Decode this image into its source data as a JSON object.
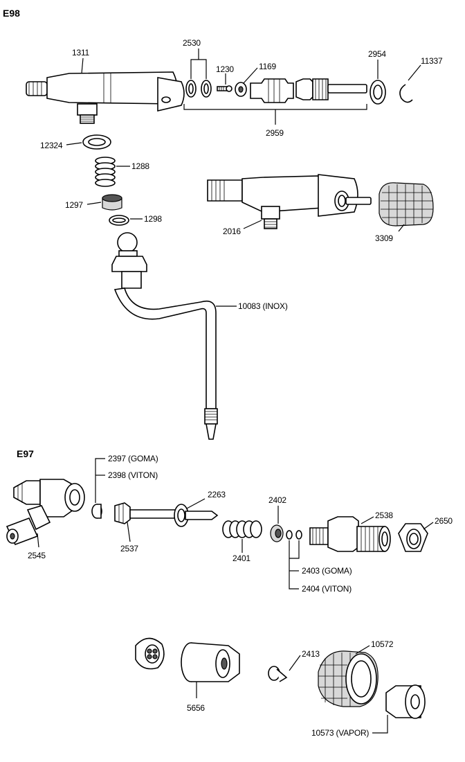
{
  "sections": {
    "e98": "E98",
    "e97": "E97"
  },
  "labels": {
    "p1311": "1311",
    "p2530": "2530",
    "p1230": "1230",
    "p1169": "1169",
    "p2954": "2954",
    "p11337": "11337",
    "p2959": "2959",
    "p12324": "12324",
    "p1288": "1288",
    "p1297": "1297",
    "p1298": "1298",
    "p2016": "2016",
    "p3309": "3309",
    "p10083": "10083 (INOX)",
    "p2397": "2397 (GOMA)",
    "p2398": "2398 (VITON)",
    "p2263": "2263",
    "p2402": "2402",
    "p2538": "2538",
    "p2650": "2650",
    "p2545": "2545",
    "p2537": "2537",
    "p2401": "2401",
    "p2403": "2403 (GOMA)",
    "p2404": "2404 (VITON)",
    "p2413": "2413",
    "p10572": "10572",
    "p5656": "5656",
    "p10573": "10573 (VAPOR)"
  }
}
